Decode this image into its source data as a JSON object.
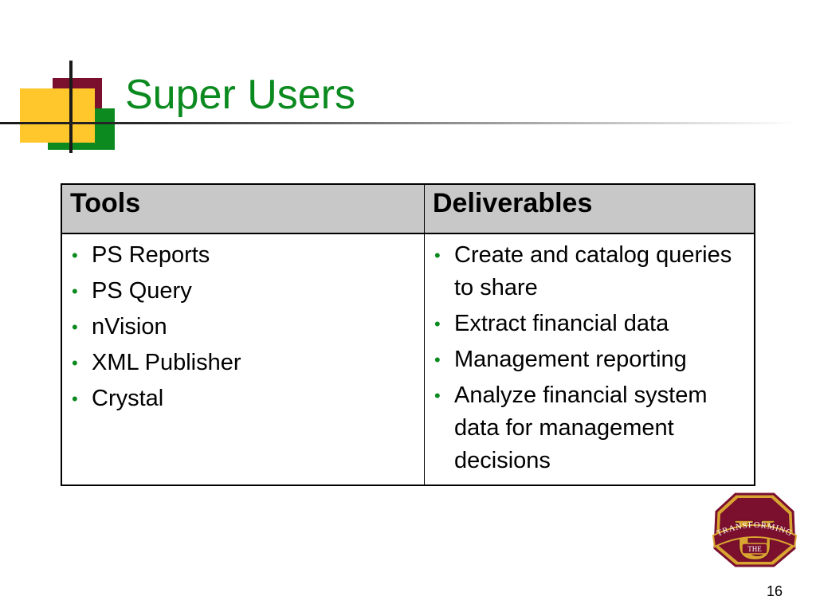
{
  "slide": {
    "title": "Super Users",
    "page_number": "16"
  },
  "table": {
    "headers": [
      "Tools",
      "Deliverables"
    ],
    "tools": [
      "PS Reports",
      "PS Query",
      "nVision",
      "XML Publisher",
      "Crystal"
    ],
    "deliverables": [
      "Create and catalog queries to share",
      "Extract financial data",
      "Management reporting",
      "Analyze financial system data for management decisions"
    ]
  },
  "logo": {
    "letter": "U",
    "top_text": "TRANSFORMING",
    "bottom_text": "THE"
  },
  "colors": {
    "title_green": "#0b8a1f",
    "maroon": "#7a0f2e",
    "yellow": "#ffc72c",
    "header_gray": "#c8c8c8",
    "logo_gold": "#d9a531"
  }
}
